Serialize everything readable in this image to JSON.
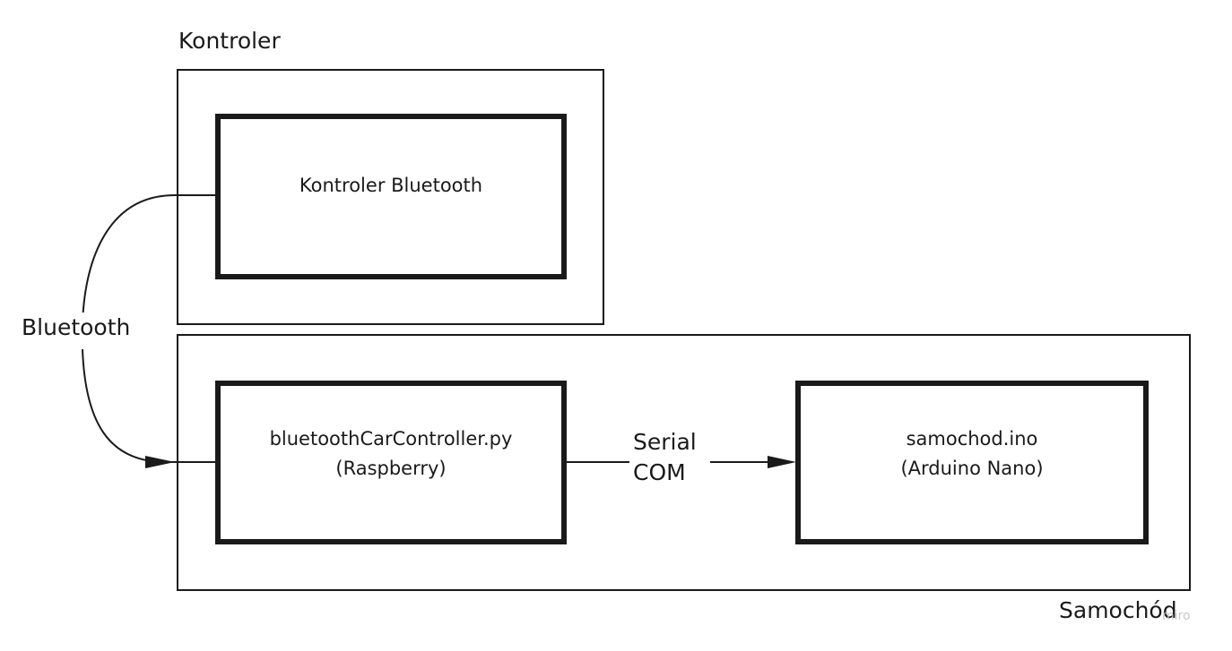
{
  "groups": {
    "kontroler": {
      "label": "Kontroler"
    },
    "samochod": {
      "label": "Samochód"
    }
  },
  "nodes": {
    "kontroler_bluetooth": {
      "line1": "Kontroler Bluetooth"
    },
    "raspberry": {
      "line1": "bluetoothCarController.py",
      "line2": "(Raspberry)"
    },
    "arduino": {
      "line1": "samochod.ino",
      "line2": "(Arduino Nano)"
    }
  },
  "edges": {
    "bluetooth": {
      "label": "Bluetooth"
    },
    "serial": {
      "line1": "Serial",
      "line2": "COM"
    }
  },
  "watermark": "miro"
}
